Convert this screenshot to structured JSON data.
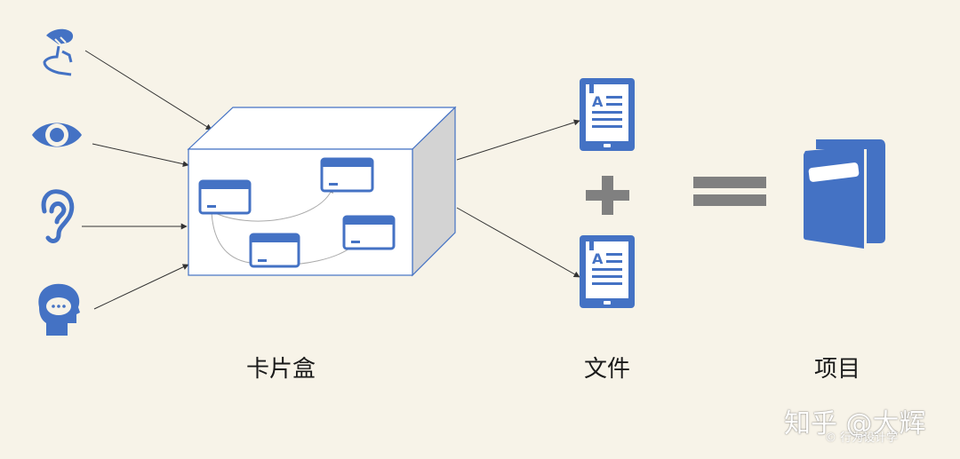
{
  "labels": {
    "card_box": "卡片盒",
    "documents": "文件",
    "project": "项目"
  },
  "watermark": {
    "main": "知乎 @大辉",
    "sub": "© 行为设计学"
  },
  "icons": {
    "inputs": [
      "hand-touch-icon",
      "eye-icon",
      "ear-icon",
      "head-speech-icon"
    ],
    "outputs": [
      "document-icon",
      "plus-icon",
      "equals-icon",
      "book-icon"
    ]
  },
  "colors": {
    "accent": "#4472c4",
    "background": "#f7f3e8",
    "operator": "#808080",
    "box_side": "#d3d3d3"
  }
}
